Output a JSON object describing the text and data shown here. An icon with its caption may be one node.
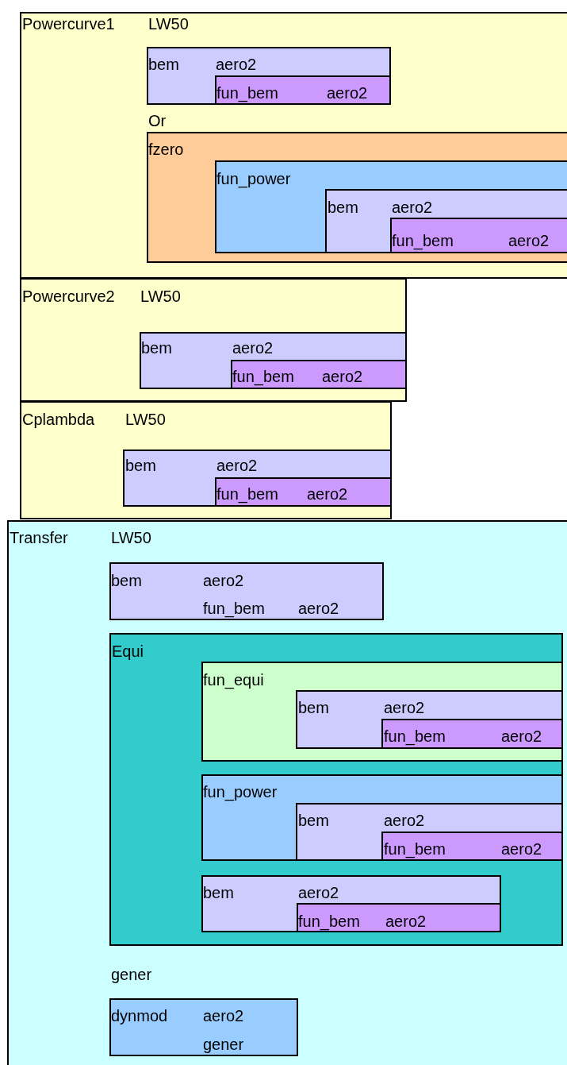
{
  "diagram": {
    "nodes": [
      {
        "text": [
          "Powercurve1",
          "LW50",
          "Or"
        ]
      },
      {
        "text": [
          "bem",
          "aero2"
        ],
        "in": 0
      },
      {
        "text": [
          "fun_bem",
          "aero2"
        ],
        "in": 1
      },
      {
        "text": [
          "fzero"
        ],
        "in": 0
      },
      {
        "text": [
          "fun_power"
        ],
        "in": 3
      },
      {
        "text": [
          "bem",
          "aero2"
        ],
        "in": 4
      },
      {
        "text": [
          "fun_bem",
          "aero2"
        ],
        "in": 5
      },
      {
        "text": [
          "Powercurve2",
          "LW50"
        ]
      },
      {
        "text": [
          "bem",
          "aero2"
        ],
        "in": 7
      },
      {
        "text": [
          "fun_bem",
          "aero2"
        ],
        "in": 8
      },
      {
        "text": [
          "Cplambda",
          "LW50"
        ]
      },
      {
        "text": [
          "bem",
          "aero2"
        ],
        "in": 10
      },
      {
        "text": [
          "fun_bem",
          "aero2"
        ],
        "in": 11
      },
      {
        "text": [
          "Transfer",
          "LW50",
          "gener"
        ]
      },
      {
        "text": [
          "bem",
          "aero2",
          "fun_bem",
          "aero2"
        ],
        "in": 13
      },
      {
        "text": [
          "Equi"
        ],
        "in": 13
      },
      {
        "text": [
          "fun_equi"
        ],
        "in": 15
      },
      {
        "text": [
          "bem",
          "aero2"
        ],
        "in": 16
      },
      {
        "text": [
          "fun_bem",
          "aero2"
        ],
        "in": 17
      },
      {
        "text": [
          "fun_power"
        ],
        "in": 15
      },
      {
        "text": [
          "bem",
          "aero2"
        ],
        "in": 19
      },
      {
        "text": [
          "fun_bem",
          "aero2"
        ],
        "in": 20
      },
      {
        "text": [
          "bem",
          "aero2"
        ],
        "in": 15
      },
      {
        "text": [
          "fun_bem",
          "aero2"
        ],
        "in": 22
      },
      {
        "text": [
          "dynmod",
          "aero2",
          "gener"
        ],
        "in": 13
      }
    ]
  }
}
